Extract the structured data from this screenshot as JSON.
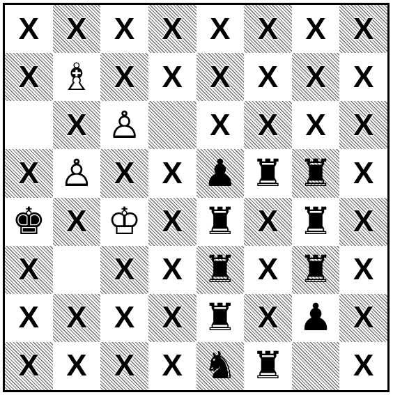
{
  "board": {
    "rows": [
      [
        "X",
        "X",
        "X",
        "X",
        "X",
        "X",
        "X",
        "X"
      ],
      [
        "X",
        "B",
        "X",
        "X",
        "X",
        "X",
        "X",
        "X"
      ],
      [
        "",
        "X",
        "P",
        "",
        "X",
        "X",
        "X",
        "X"
      ],
      [
        "X",
        "P",
        "X",
        "X",
        "p",
        "r",
        "r",
        "X"
      ],
      [
        "k",
        "X",
        "K",
        "X",
        "r",
        "X",
        "r",
        "X"
      ],
      [
        "X",
        "",
        "X",
        "X",
        "r",
        "X",
        "r",
        "X"
      ],
      [
        "X",
        "X",
        "X",
        "X",
        "r",
        "X",
        "p",
        "X"
      ],
      [
        "X",
        "X",
        "X",
        "X",
        "n",
        "r",
        "",
        "X"
      ]
    ]
  },
  "glyphs": {
    "K": {
      "char": "♔",
      "color": "white",
      "name": "white-king"
    },
    "B": {
      "char": "♗",
      "color": "white",
      "name": "white-bishop"
    },
    "P": {
      "char": "♙",
      "color": "white",
      "name": "white-pawn"
    },
    "k": {
      "char": "♚",
      "color": "black",
      "name": "black-king"
    },
    "r": {
      "char": "♜",
      "color": "black",
      "name": "black-rook"
    },
    "n": {
      "char": "♞",
      "color": "black",
      "name": "black-knight"
    },
    "p": {
      "char": "♟",
      "color": "black",
      "name": "black-pawn"
    }
  },
  "mark_char": "X",
  "colors": {
    "hatch": "#6e6e6e",
    "light": "#ffffff",
    "border": "#000000"
  }
}
